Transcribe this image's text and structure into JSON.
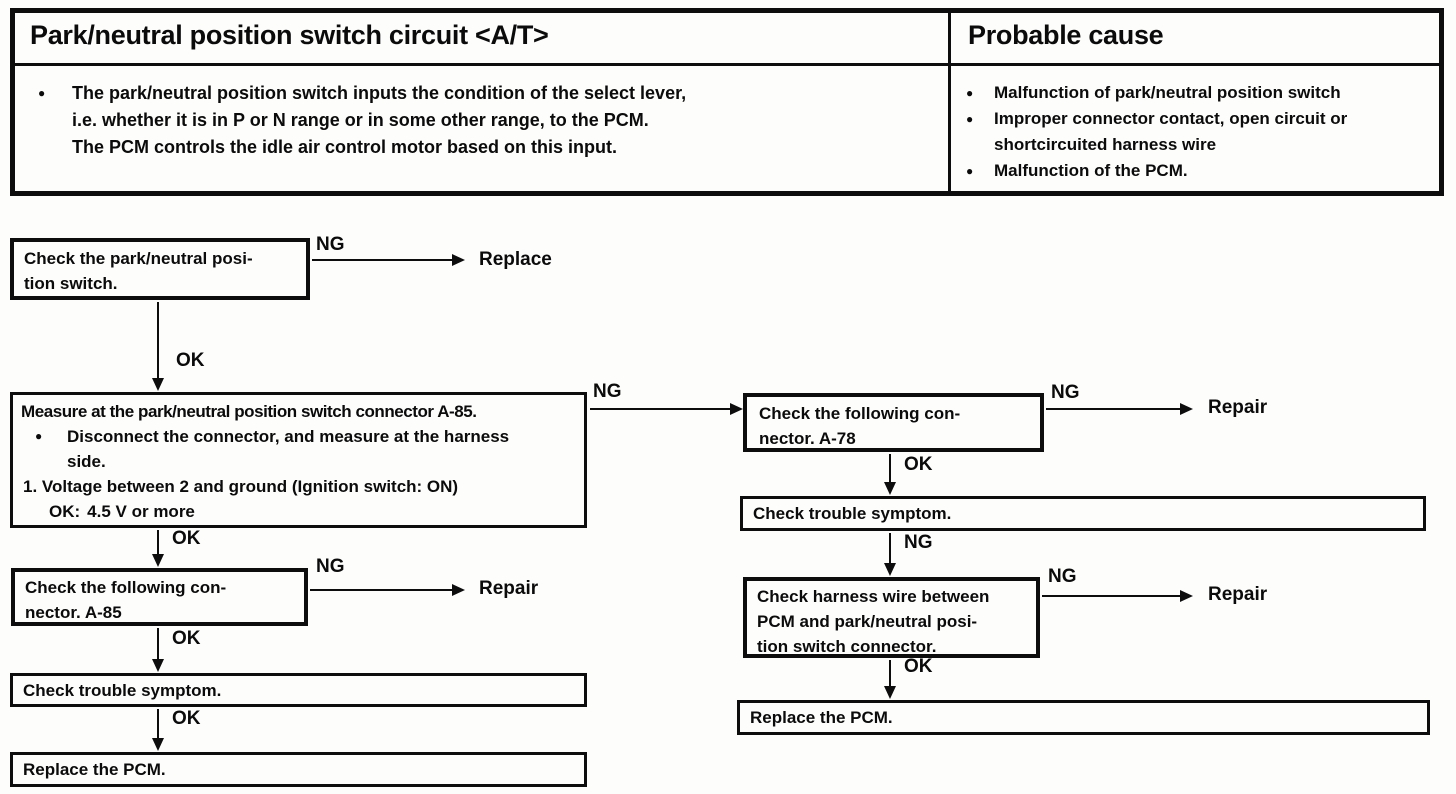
{
  "glyphs": {
    "bullet": "●"
  },
  "header_table": {
    "title": "Park/neutral position switch circuit <A/T>",
    "probable_cause": "Probable cause",
    "description": {
      "line1": "The park/neutral position switch inputs the condition of the select lever,",
      "line2": "i.e. whether it is in P or N range or in some other range, to the PCM.",
      "line3": "The PCM controls the idle air control motor based on this input."
    },
    "causes": {
      "item1": "Malfunction of park/neutral position switch",
      "item2_line1": "Improper connector contact, open circuit or",
      "item2_line2": "shortcircuited harness wire",
      "item3": "Malfunction of the PCM."
    }
  },
  "flowchart": {
    "labels": {
      "ng": "NG",
      "ok": "OK",
      "replace": "Replace",
      "repair": "Repair"
    },
    "left": {
      "box1": {
        "line1": "Check the park/neutral posi-",
        "line2": "tion switch."
      },
      "box2": {
        "title": "Measure at the park/neutral position switch connector A-85.",
        "bullet_line1": "Disconnect the connector, and measure at the harness",
        "bullet_line2": "side.",
        "step1": "1. Voltage between 2 and ground (Ignition switch: ON)",
        "ok_label": "OK:",
        "ok_value": "4.5 V or more"
      },
      "box3": {
        "line1": "Check the following con-",
        "line2": "nector. A-85"
      },
      "box4": "Check trouble symptom.",
      "box5": "Replace the PCM."
    },
    "right": {
      "box1": {
        "line1": "Check the following con-",
        "line2": "nector. A-78"
      },
      "box2": "Check trouble symptom.",
      "box3": {
        "line1": "Check harness wire between",
        "line2": "PCM and park/neutral posi-",
        "line3": "tion switch connector."
      },
      "box4": "Replace the PCM."
    }
  }
}
